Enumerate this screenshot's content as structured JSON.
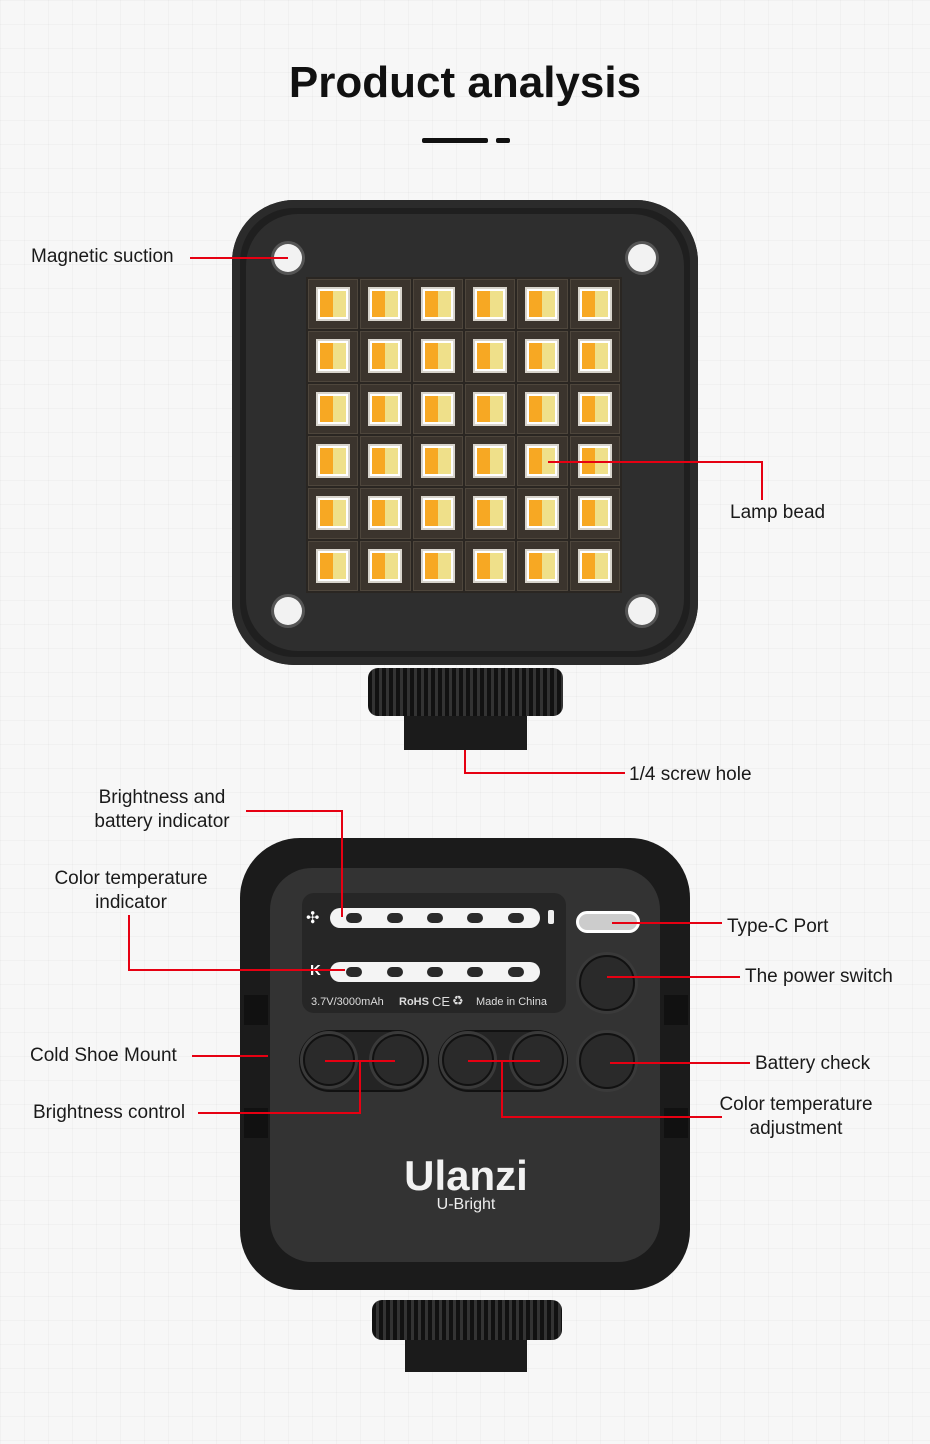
{
  "title": "Product analysis",
  "labels": {
    "magnetic": "Magnetic suction",
    "lamp": "Lamp bead",
    "screw": "1/4 screw hole",
    "brightness_ind_1": "Brightness and",
    "brightness_ind_2": "battery indicator",
    "color_ind_1": "Color temperature",
    "color_ind_2": "indicator",
    "typec": "Type-C Port",
    "power": "The power switch",
    "coldshoe": "Cold Shoe Mount",
    "brightness_ctrl": "Brightness control",
    "battery": "Battery check",
    "color_adj_1": "Color temperature",
    "color_adj_2": "adjustment"
  },
  "panel": {
    "k_label": "K",
    "specs": "3.7V/3000mAh",
    "rohs": "RoHS",
    "ce": "CE",
    "origin": "Made in China"
  },
  "brand": {
    "name": "Ulanzi",
    "model": "U-Bright"
  },
  "colors": {
    "accent": "#e60012",
    "led_warm": "#f7a823",
    "led_cool": "#efe08a"
  }
}
